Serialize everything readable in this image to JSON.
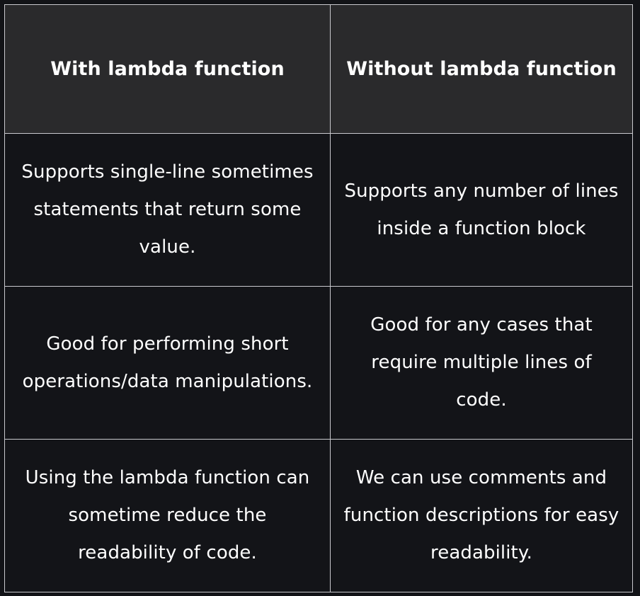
{
  "theme": {
    "page_background": "#121317",
    "header_cell_background": "#2a2a2c",
    "body_cell_background": "#131418",
    "border_color": "#c9c9ce",
    "text_color": "#ffffff"
  },
  "table": {
    "columns": [
      {
        "id": "with-lambda",
        "header": "With lambda function"
      },
      {
        "id": "without-lambda",
        "header": "Without lambda function"
      }
    ],
    "rows": [
      {
        "with_lambda": "Supports single-line sometimes statements that return some value.",
        "without_lambda": "Supports any number of lines inside a function block"
      },
      {
        "with_lambda": "Good for performing short operations/data manipulations.",
        "without_lambda": "Good for any cases that require multiple lines of code."
      },
      {
        "with_lambda": "Using the lambda function can sometime reduce the readability of code.",
        "without_lambda": "We can use comments and function descriptions for easy readability."
      }
    ]
  }
}
